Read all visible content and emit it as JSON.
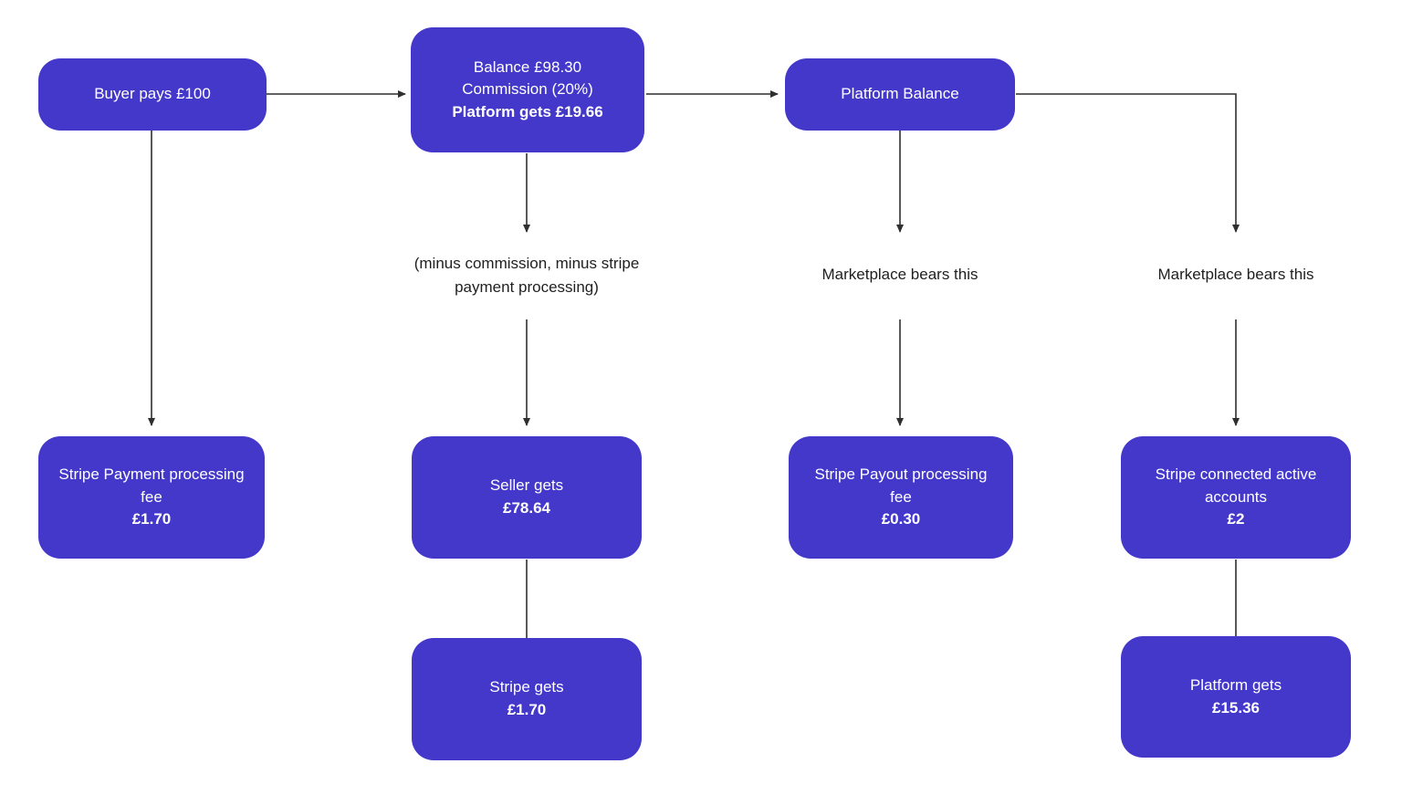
{
  "colors": {
    "node_fill": "#4438ca",
    "node_text": "#ffffff",
    "connector": "#2f2f2f",
    "note_text": "#1f1f1f",
    "background": "#ffffff"
  },
  "nodes": {
    "buyer": {
      "label": "Buyer pays £100"
    },
    "balance": {
      "line1": "Balance £98.30",
      "line2": "Commission (20%)",
      "line3_bold": "Platform gets £19.66"
    },
    "platform_balance": {
      "label": "Platform Balance"
    },
    "stripe_payment_fee": {
      "label": "Stripe Payment processing fee",
      "amount_bold": "£1.70"
    },
    "seller_gets": {
      "label": "Seller gets",
      "amount_bold": "£78.64"
    },
    "stripe_payout_fee": {
      "label": "Stripe Payout processing fee",
      "amount_bold": "£0.30"
    },
    "stripe_connected_accounts": {
      "label": "Stripe connected active accounts",
      "amount_bold": "£2"
    },
    "stripe_gets": {
      "label": "Stripe gets",
      "amount_bold": "£1.70"
    },
    "platform_gets": {
      "label": "Platform gets",
      "amount_bold": "£15.36"
    }
  },
  "annotations": {
    "minus_note": "(minus commission, minus stripe payment processing)",
    "marketplace_note_left": "Marketplace bears this",
    "marketplace_note_right": "Marketplace bears this"
  }
}
